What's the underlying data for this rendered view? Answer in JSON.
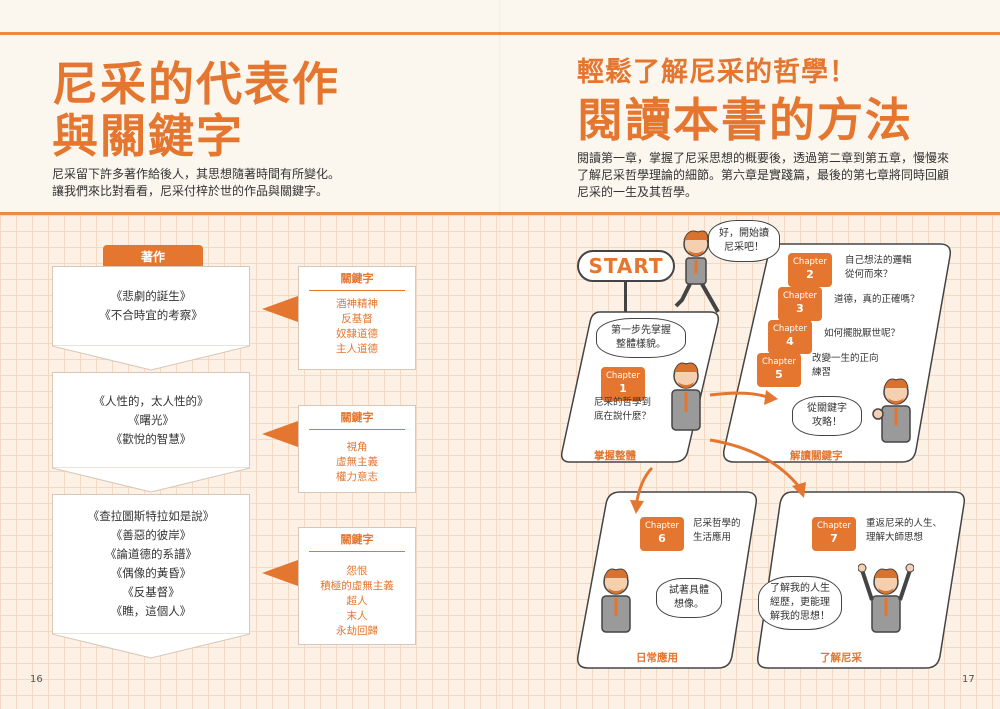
{
  "left_page": {
    "title_line1": "尼采的代表作",
    "title_line2": "與關鍵字",
    "intro_line1": "尼采留下許多著作給後人，其思想隨著時間有所變化。",
    "intro_line2": "讓我們來比對看看，尼采付梓於世的作品與關鍵字。",
    "works_tab": "著作",
    "groups": [
      {
        "works": [
          "《悲劇的誕生》",
          "《不合時宜的考察》"
        ],
        "keyword_head": "關鍵字",
        "keywords": [
          "酒神精神",
          "反基督",
          "奴隸道德",
          "主人道德"
        ]
      },
      {
        "works": [
          "《人性的，太人性的》",
          "《曙光》",
          "《歡悅的智慧》"
        ],
        "keyword_head": "關鍵字",
        "keywords": [
          "視角",
          "虛無主義",
          "權力意志"
        ]
      },
      {
        "works": [
          "《查拉圖斯特拉如是說》",
          "《善惡的彼岸》",
          "《論道德的系譜》",
          "《偶像的黃昏》",
          "《反基督》",
          "《瞧，這個人》"
        ],
        "keyword_head": "關鍵字",
        "keywords": [
          "怨恨",
          "積極的虛無主義",
          "超人",
          "末人",
          "永劫回歸"
        ]
      }
    ],
    "page_number": "16"
  },
  "right_page": {
    "subtitle": "輕鬆了解尼采的哲學！",
    "title": "閱讀本書的方法",
    "intro_line1": "閱讀第一章，掌握了尼采思想的概要後，透過第二章到第五章，慢慢來",
    "intro_line2": "了解尼采哲學理論的細節。第六章是實踐篇，最後的第七章將同時回顧",
    "intro_line3": "尼采的一生及其哲學。",
    "start": "START",
    "bubble_start_1": "好，開始讀",
    "bubble_start_2": "尼采吧！",
    "bubble_step_1": "第一步先掌握",
    "bubble_step_2": "整體樣貌。",
    "bubble_kw_1": "從關鍵字",
    "bubble_kw_2": "攻略！",
    "bubble_try_1": "試著具體",
    "bubble_try_2": "想像。",
    "bubble_understand_1": "了解我的人生",
    "bubble_understand_2": "經歷，更能理",
    "bubble_understand_3": "解我的思想！",
    "chapter_word": "Chapter",
    "chapters": [
      {
        "n": "1",
        "l1": "尼采的哲學到",
        "l2": "底在說什麼？"
      },
      {
        "n": "2",
        "l1": "自己想法的邏輯",
        "l2": "從何而來？"
      },
      {
        "n": "3",
        "l1": "道德，真的正確嗎？",
        "l2": ""
      },
      {
        "n": "4",
        "l1": "如何擺脫厭世呢？",
        "l2": ""
      },
      {
        "n": "5",
        "l1": "改變一生的正向",
        "l2": "練習"
      },
      {
        "n": "6",
        "l1": "尼采哲學的",
        "l2": "生活應用"
      },
      {
        "n": "7",
        "l1": "重返尼采的人生、",
        "l2": "理解大師思想"
      }
    ],
    "labels": {
      "grasp": "掌握整體",
      "keywords": "解讀關鍵字",
      "daily": "日常應用",
      "understand": "了解尼采"
    },
    "page_number": "17"
  },
  "colors": {
    "accent": "#e4762f",
    "grid": "#f3d9c4",
    "ink": "#444444"
  }
}
